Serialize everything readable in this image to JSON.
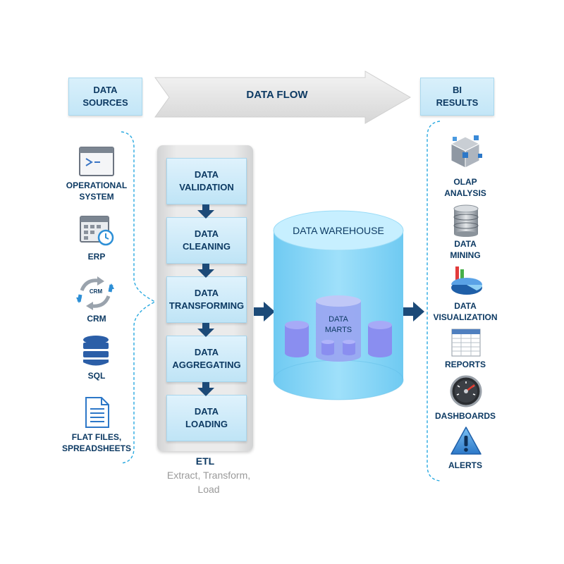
{
  "header": {
    "sources": "DATA\nSOURCES",
    "flow": "DATA FLOW",
    "results": "BI\nRESULTS"
  },
  "sources": [
    {
      "label": "OPERATIONAL\nSYSTEM",
      "icon": "terminal-window-icon"
    },
    {
      "label": "ERP",
      "icon": "calendar-clock-icon"
    },
    {
      "label": "CRM",
      "icon": "crm-cycle-icon",
      "badge": "CRM"
    },
    {
      "label": "SQL",
      "icon": "database-icon"
    },
    {
      "label": "FLAT FILES,\nSPREADSHEETS",
      "icon": "document-icon"
    }
  ],
  "etl": {
    "steps": [
      "DATA\nVALIDATION",
      "DATA\nCLEANING",
      "DATA\nTRANSFORMING",
      "DATA\nAGGREGATING",
      "DATA\nLOADING"
    ],
    "title": "ETL",
    "subtitle": "Extract, Transform,\nLoad"
  },
  "warehouse": {
    "title": "DATA WAREHOUSE",
    "marts": "DATA\nMARTS"
  },
  "results": [
    {
      "label": "OLAP\nANALYSIS",
      "icon": "cube-icon"
    },
    {
      "label": "DATA\nMINING",
      "icon": "server-database-icon"
    },
    {
      "label": "DATA\nVISUALIZATION",
      "icon": "chart-pie-icon"
    },
    {
      "label": "REPORTS",
      "icon": "spreadsheet-icon"
    },
    {
      "label": "DASHBOARDS",
      "icon": "gauge-icon"
    },
    {
      "label": "ALERTS",
      "icon": "warning-icon"
    }
  ],
  "colors": {
    "navy": "#0d3a63",
    "arrow": "#1c4a78",
    "dash": "#29a9e0",
    "box_fill": "#c9e9f8",
    "cylinder": "#7fd4f5"
  }
}
